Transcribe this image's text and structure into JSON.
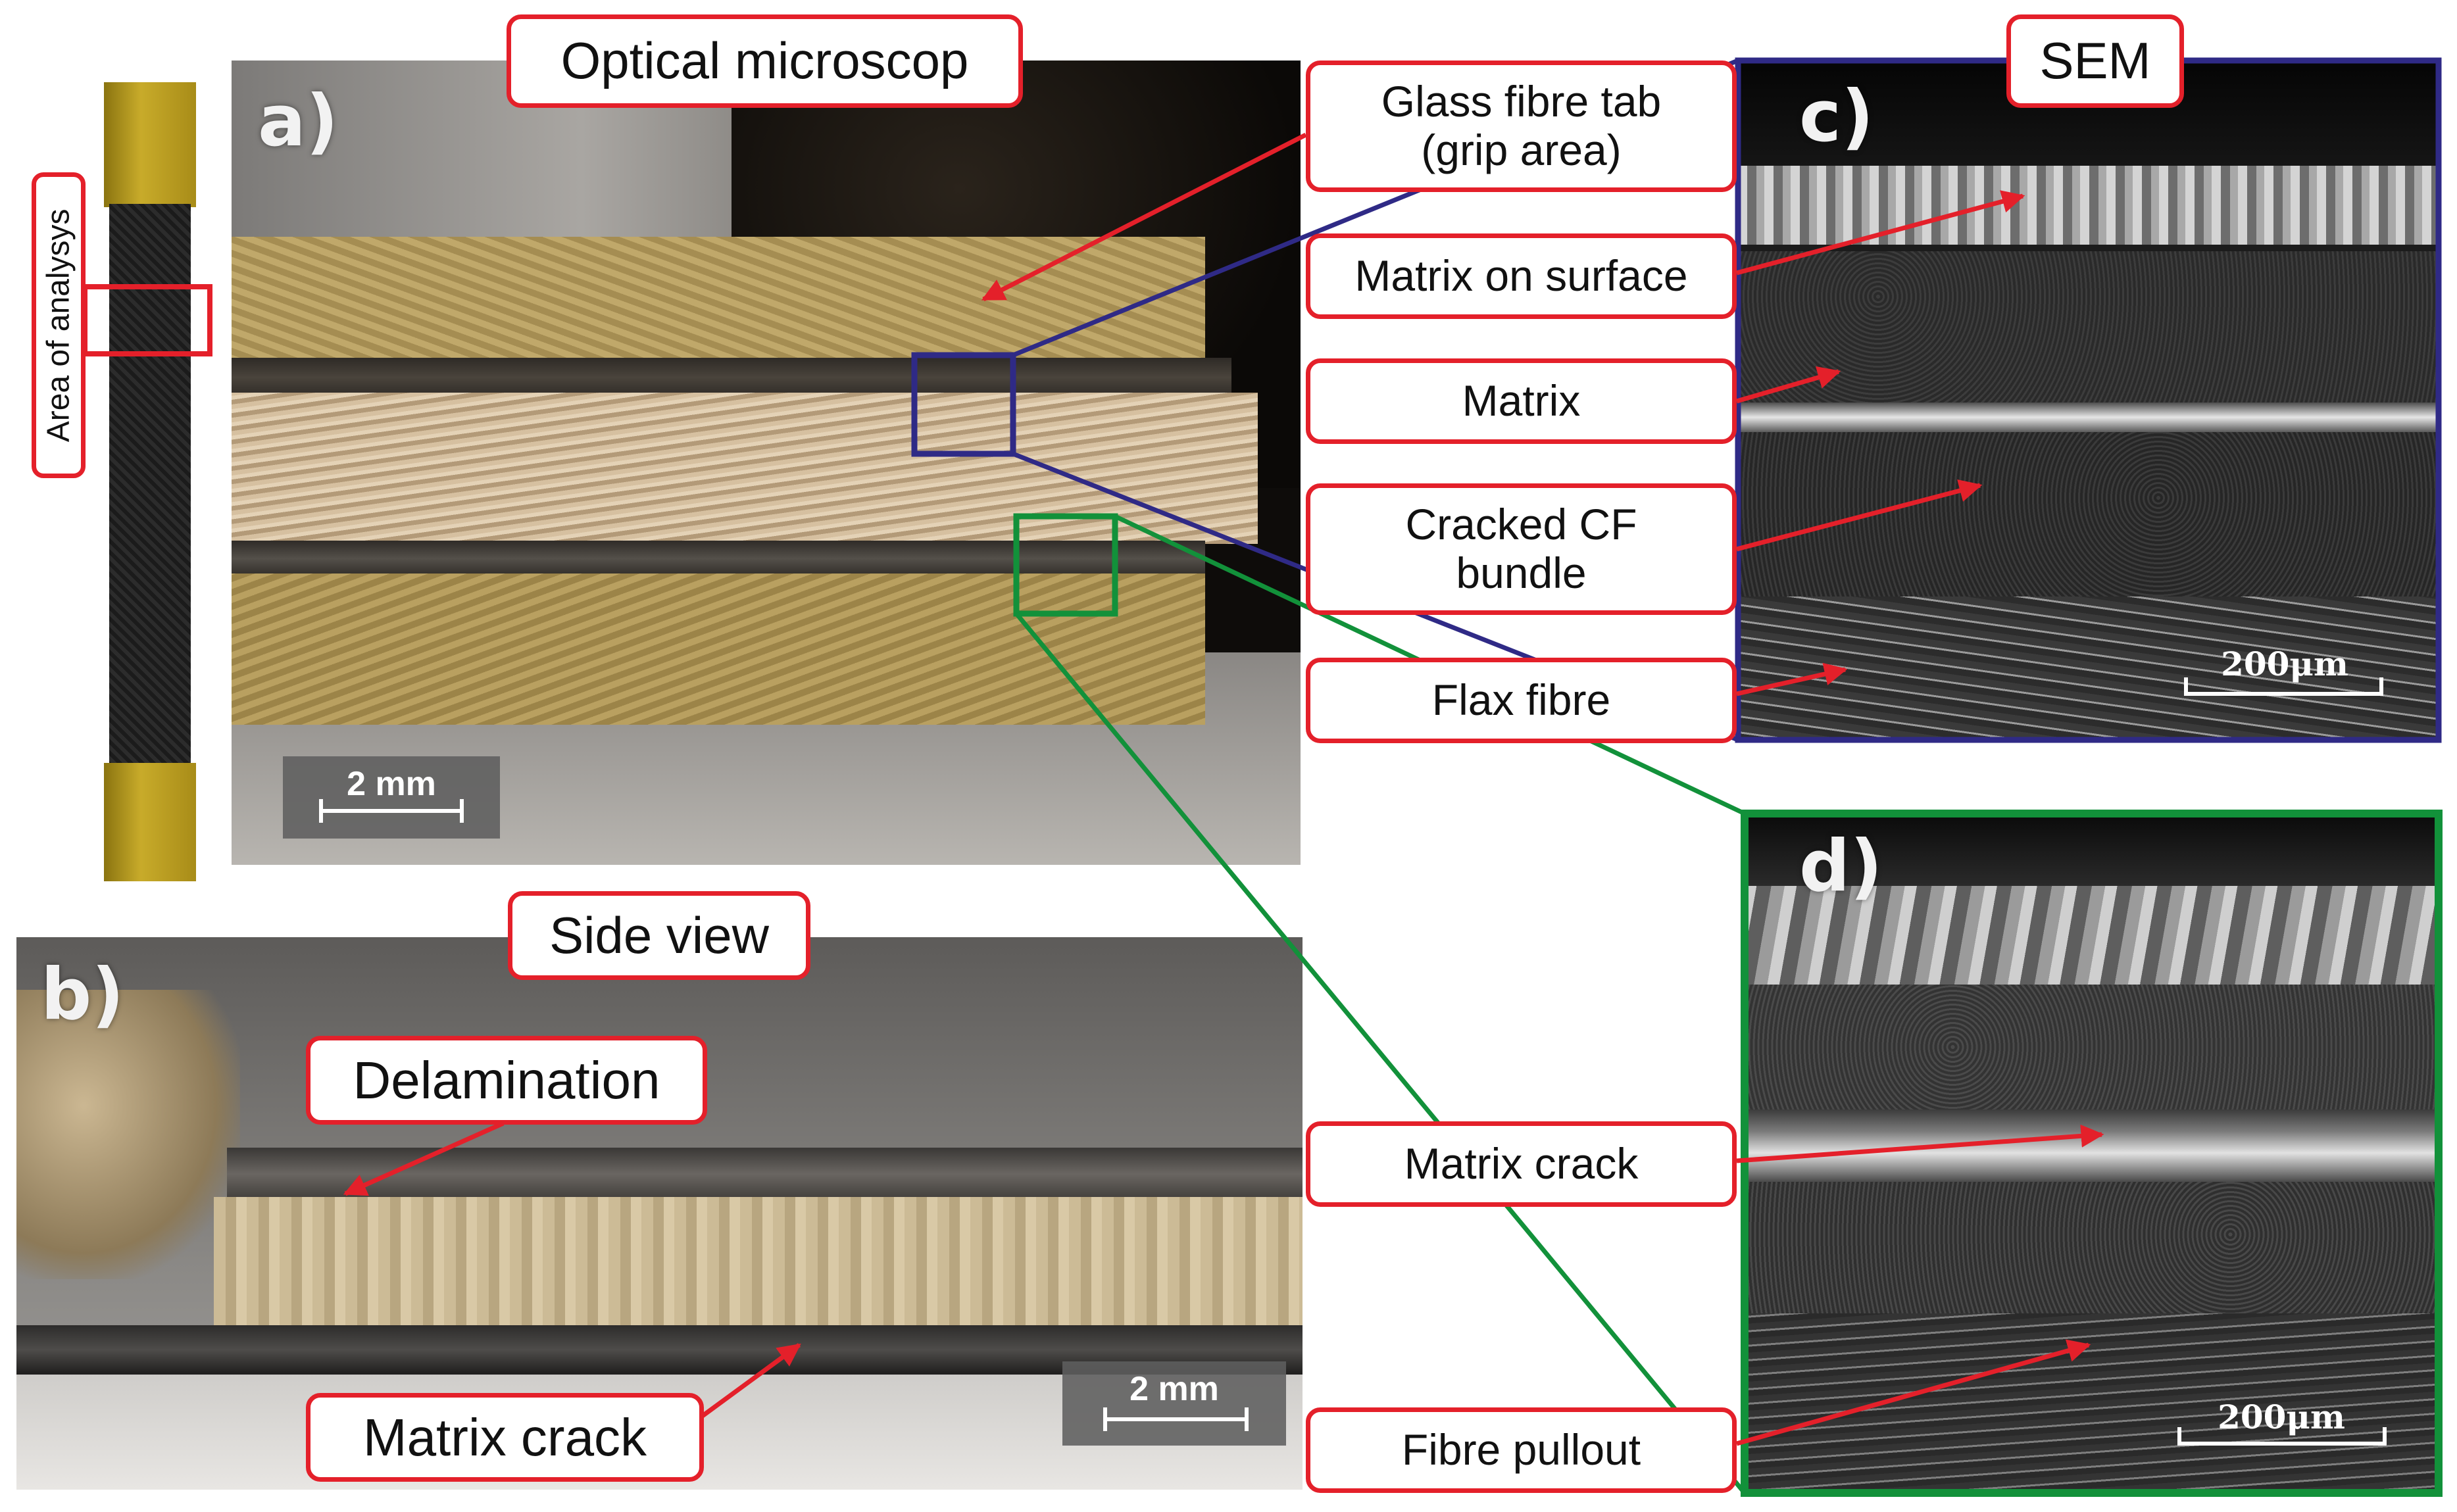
{
  "colors": {
    "callout_border": "#e4202a",
    "arrow": "#e4202a",
    "zoom_c_frame": "#2f2a86",
    "zoom_d_frame": "#12913a",
    "roi_box": "#e4202a"
  },
  "specimen": {
    "label": "Area of analysys"
  },
  "panel_a": {
    "letter": "a)",
    "header": "Optical microscop",
    "scale": "2 mm",
    "callouts": {
      "glass_tab_line1": "Glass fibre tab",
      "glass_tab_line2": "(grip area)"
    }
  },
  "panel_b": {
    "letter": "b)",
    "header": "Side view",
    "scale": "2 mm",
    "callouts": {
      "delamination": "Delamination",
      "matrix_crack": "Matrix crack"
    }
  },
  "panel_c": {
    "letter": "c)",
    "header": "SEM",
    "scale": "200μm",
    "callouts": {
      "matrix_on_surface": "Matrix on surface",
      "matrix": "Matrix",
      "cracked_cf_line1": "Cracked CF",
      "cracked_cf_line2": "bundle",
      "flax_fibre": "Flax fibre"
    }
  },
  "panel_d": {
    "letter": "d)",
    "scale": "200μm",
    "callouts": {
      "matrix_crack": "Matrix crack",
      "fibre_pullout": "Fibre pullout"
    }
  }
}
